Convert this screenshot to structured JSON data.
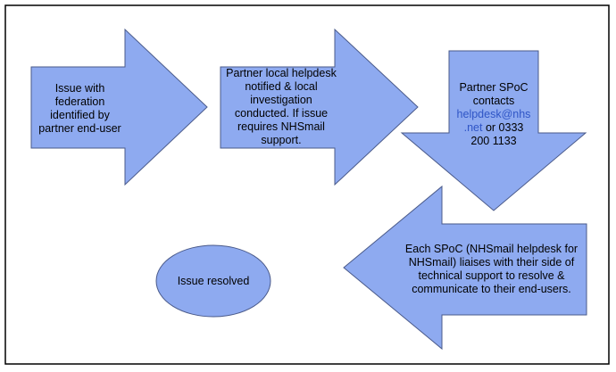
{
  "colors": {
    "shape_fill": "#8eaaf0",
    "shape_stroke": "#4a5a8a",
    "frame": "#000000",
    "link": "#2f55c6"
  },
  "steps": [
    {
      "text": "Issue with federation identified by partner end-user"
    },
    {
      "text": "Partner local helpdesk notified & local investigation conducted. If issue requires NHSmail support."
    },
    {
      "line1": "Partner SPoC",
      "line2": "contacts",
      "link_a": "helpdesk@nhs",
      "link_b": ".net",
      "after_link": " or 0333",
      "line5": "200 1133"
    },
    {
      "text": "Each SPoC (NHSmail helpdesk for NHSmail) liaises with their side of technical support to resolve & communicate to their end-users."
    },
    {
      "text": "Issue resolved"
    }
  ]
}
